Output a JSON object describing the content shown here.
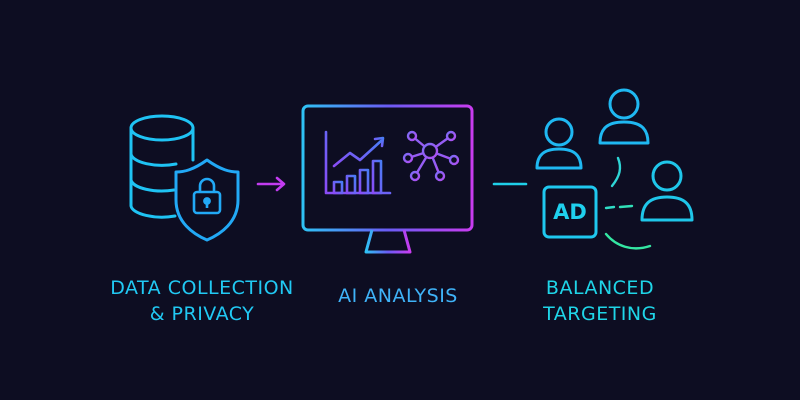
{
  "steps": [
    {
      "id": "data",
      "label_lines": [
        "DATA COLLECTION",
        "& PRIVACY"
      ],
      "icon": "database-shield-lock-icon"
    },
    {
      "id": "ai",
      "label_lines": [
        "AI ANALYSIS"
      ],
      "icon": "monitor-chart-network-icon"
    },
    {
      "id": "target",
      "label_lines": [
        "BALANCED",
        "TARGETING"
      ],
      "icon": "users-ad-icon"
    }
  ],
  "ad_badge": "AD",
  "colors": {
    "background": "#0d0d22",
    "cyan": "#1fd0ee",
    "blue": "#3a8cf5",
    "violet": "#8a4cf6",
    "magenta": "#d43af2",
    "green": "#34e6a3"
  }
}
